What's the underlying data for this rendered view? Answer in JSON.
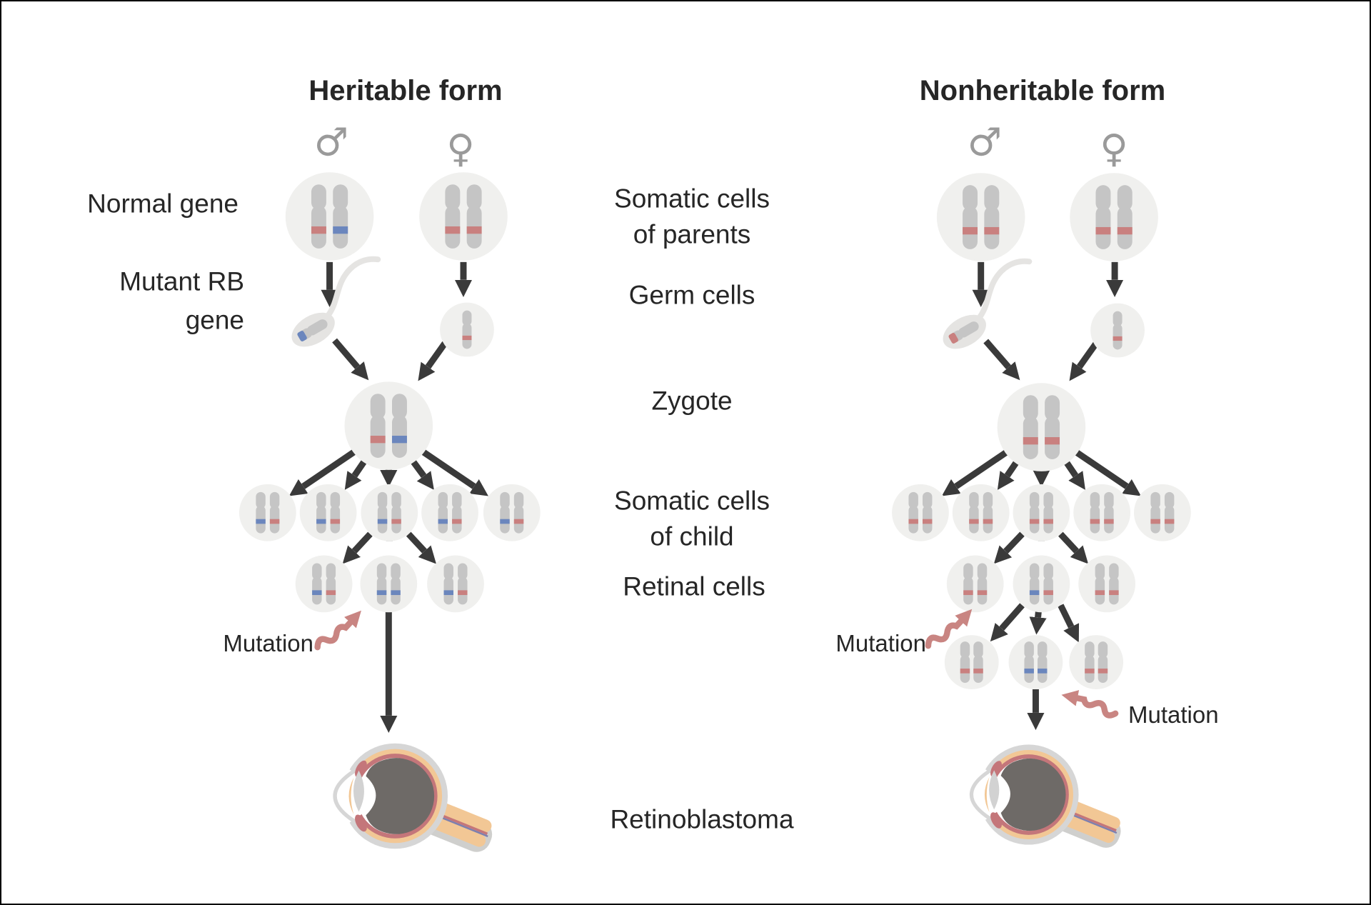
{
  "canvas": {
    "background": "#ffffff",
    "border_color": "#000000"
  },
  "colors": {
    "normal_gene_band": "#c9807f",
    "mutant_gene_band": "#6b86bd",
    "chromosome": "#c5c5c5",
    "cell_background": "#f0f0ee",
    "arrow": "#3a3a3a",
    "mutation_arrow": "#c98582",
    "gender_symbol": "#9a9a9a",
    "text": "#262626",
    "sperm_body": "#e5e4e2",
    "eye_sclera_ring": "#d6d6d6",
    "eye_choroid_ring": "#f2c795",
    "eye_retina_ring": "#c4767a",
    "eye_tumor_fill": "#6e6a67",
    "eye_lens": "#d2d2d2",
    "eye_nerve_shadow": "#cfcfcd",
    "eye_vessel": "#7d7fae"
  },
  "left_panel": {
    "title": "Heritable form",
    "male_symbol": "♂",
    "female_symbol": "♀",
    "labels": {
      "normal_gene": "Normal gene",
      "mutant_rb_line1": "Mutant RB",
      "mutant_rb_line2": "gene",
      "mutation": "Mutation"
    },
    "father_cell": [
      "normal",
      "mutant"
    ],
    "mother_cell": [
      "normal",
      "normal"
    ],
    "sperm_band": "mutant",
    "egg_band": "normal",
    "zygote": [
      "normal",
      "mutant"
    ],
    "somatic_row": [
      [
        "mutant",
        "normal"
      ],
      [
        "mutant",
        "normal"
      ],
      [
        "mutant",
        "normal"
      ],
      [
        "mutant",
        "normal"
      ],
      [
        "mutant",
        "normal"
      ]
    ],
    "retinal_row": [
      [
        "mutant",
        "normal"
      ],
      [
        "mutant",
        "mutant"
      ],
      [
        "mutant",
        "normal"
      ]
    ]
  },
  "right_panel": {
    "title": "Nonheritable form",
    "male_symbol": "♂",
    "female_symbol": "♀",
    "labels": {
      "mutation_1": "Mutation",
      "mutation_2": "Mutation"
    },
    "father_cell": [
      "normal",
      "normal"
    ],
    "mother_cell": [
      "normal",
      "normal"
    ],
    "sperm_band": "normal",
    "egg_band": "normal",
    "zygote": [
      "normal",
      "normal"
    ],
    "somatic_row": [
      [
        "normal",
        "normal"
      ],
      [
        "normal",
        "normal"
      ],
      [
        "normal",
        "normal"
      ],
      [
        "normal",
        "normal"
      ],
      [
        "normal",
        "normal"
      ]
    ],
    "retinal_row": [
      [
        "normal",
        "normal"
      ],
      [
        "mutant",
        "normal"
      ],
      [
        "normal",
        "normal"
      ]
    ],
    "retinal_row_2": [
      [
        "normal",
        "normal"
      ],
      [
        "mutant",
        "mutant"
      ],
      [
        "normal",
        "normal"
      ]
    ]
  },
  "center_labels": {
    "somatic_parents_line1": "Somatic cells",
    "somatic_parents_line2": "of parents",
    "germ_cells": "Germ cells",
    "zygote": "Zygote",
    "somatic_child_line1": "Somatic cells",
    "somatic_child_line2": "of child",
    "retinal_cells": "Retinal cells",
    "retinoblastoma": "Retinoblastoma"
  }
}
